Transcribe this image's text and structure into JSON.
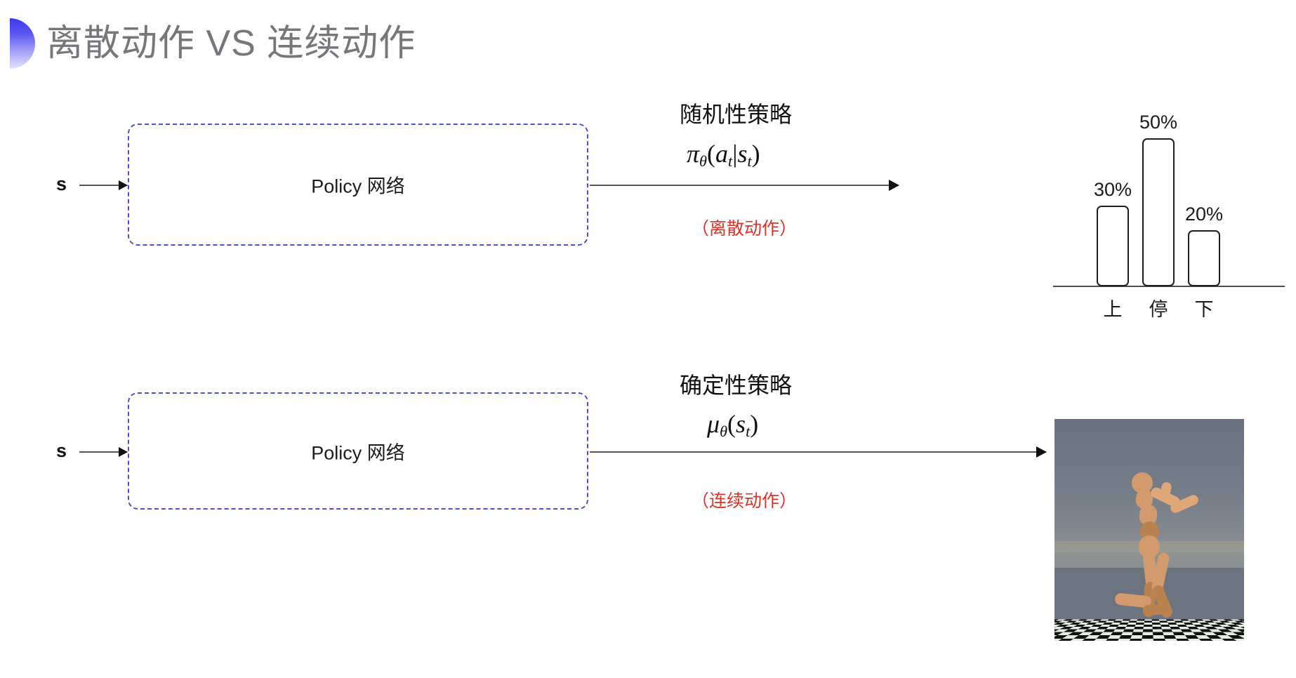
{
  "slide": {
    "title": "离散动作 VS 连续动作",
    "accent_color": "#3b38ef",
    "title_color": "#76777a"
  },
  "rows": [
    {
      "id": "discrete",
      "input_label": "s",
      "box_label": "Policy 网络",
      "annotation_title": "随机性策略",
      "formula_pi": "π",
      "formula_sub_theta": "θ",
      "formula_body_open": "(",
      "formula_a": "a",
      "formula_a_sub": "t",
      "formula_bar": "|",
      "formula_s": "s",
      "formula_s_sub": "t",
      "formula_body_close": ")",
      "note": "（离散动作）",
      "note_color": "#e03127"
    },
    {
      "id": "continuous",
      "input_label": "s",
      "box_label": "Policy 网络",
      "annotation_title": "确定性策略",
      "formula_mu": "μ",
      "formula_sub_theta": "θ",
      "formula_body_open": "(",
      "formula_s": "s",
      "formula_s_sub": "t",
      "formula_body_close": ")",
      "note": "（连续动作）",
      "note_color": "#e03127"
    }
  ],
  "chart_data": {
    "type": "bar",
    "title": "",
    "xlabel": "",
    "ylabel": "",
    "categories": [
      "上",
      "停",
      "下"
    ],
    "values": [
      30,
      50,
      20
    ],
    "value_labels": [
      "30%",
      "50%",
      "20%"
    ],
    "ylim": [
      0,
      55
    ],
    "grid": false,
    "legend": "none",
    "bar_fill": "#ffffff",
    "bar_stroke": "#1d1d1d",
    "axis_color": "#4c4c4c"
  },
  "sim_image": {
    "name": "humanoid-simulation",
    "description": "MuJoCo 人形机器人仿真画面",
    "sky_color": "#6c7480",
    "floor_light": "#e2ecdf",
    "floor_dark": "#101010",
    "body_color": "#d39a6d"
  }
}
